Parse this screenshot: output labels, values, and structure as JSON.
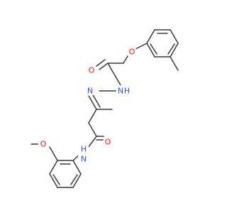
{
  "molecule": {
    "atom_labels": [
      {
        "id": "o_ether_top",
        "text": "O",
        "color": "#ff0d0d"
      },
      {
        "id": "o_carbonyl_top",
        "text": "O",
        "color": "#ff0d0d"
      },
      {
        "id": "nh_hydrazide",
        "text": "N",
        "suffix": "H",
        "color": "#3050f8"
      },
      {
        "id": "n_imine",
        "text": "N",
        "color": "#3050f8"
      },
      {
        "id": "o_amide",
        "text": "O",
        "color": "#ff0d0d"
      },
      {
        "id": "nh_amide",
        "text": "H",
        "suffix": "N",
        "color": "#3050f8"
      },
      {
        "id": "o_methoxy",
        "text": "O",
        "color": "#ff0d0d"
      }
    ]
  }
}
